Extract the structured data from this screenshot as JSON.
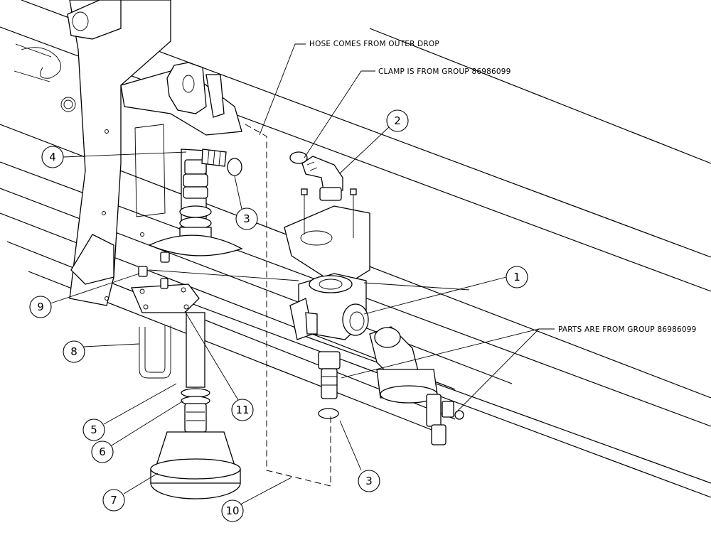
{
  "notes": {
    "hose": "HOSE COMES FROM OUTER DROP",
    "clamp": "CLAMP IS FROM GROUP 86986099",
    "parts": "PARTS ARE FROM GROUP 86986099"
  },
  "callouts": [
    "1",
    "2",
    "3",
    "3",
    "4",
    "5",
    "6",
    "7",
    "8",
    "9",
    "10",
    "11"
  ]
}
